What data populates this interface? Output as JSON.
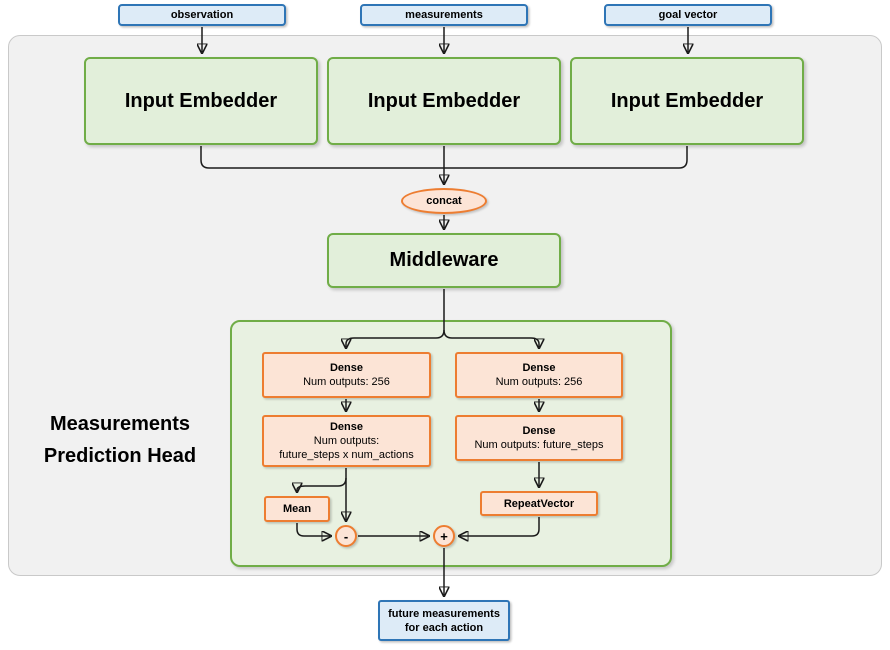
{
  "diagram": {
    "inputs": [
      {
        "label": "observation"
      },
      {
        "label": "measurements"
      },
      {
        "label": "goal vector"
      }
    ],
    "embedders": [
      {
        "label": "Input Embedder"
      },
      {
        "label": "Input Embedder"
      },
      {
        "label": "Input Embedder"
      }
    ],
    "concat": {
      "label": "concat"
    },
    "middleware": {
      "label": "Middleware"
    },
    "head": {
      "title": {
        "line1": "Measurements",
        "line2": "Prediction Head"
      },
      "left": {
        "dense1": {
          "name": "Dense",
          "detail": "Num outputs: 256"
        },
        "dense2": {
          "name": "Dense",
          "detail_line1": "Num outputs:",
          "detail_line2": "future_steps x num_actions"
        },
        "mean": {
          "label": "Mean"
        },
        "minus": {
          "label": "-"
        }
      },
      "right": {
        "dense1": {
          "name": "Dense",
          "detail": "Num outputs: 256"
        },
        "dense2": {
          "name": "Dense",
          "detail": "Num outputs: future_steps"
        },
        "repeat_vector": {
          "label": "RepeatVector"
        },
        "plus": {
          "label": "+"
        }
      }
    },
    "output": {
      "line1": "future measurements",
      "line2": "for each action"
    },
    "colors": {
      "green_border": "#70ad47",
      "green_fill": "#e2efda",
      "orange_border": "#ed7d31",
      "orange_fill": "#fce4d6",
      "blue_border": "#2e75b6",
      "blue_fill": "#ddebf7",
      "panel_fill": "#f1f1f1",
      "panel_border": "#c9c9c9",
      "arrow_color": "#1a1a1a"
    }
  }
}
